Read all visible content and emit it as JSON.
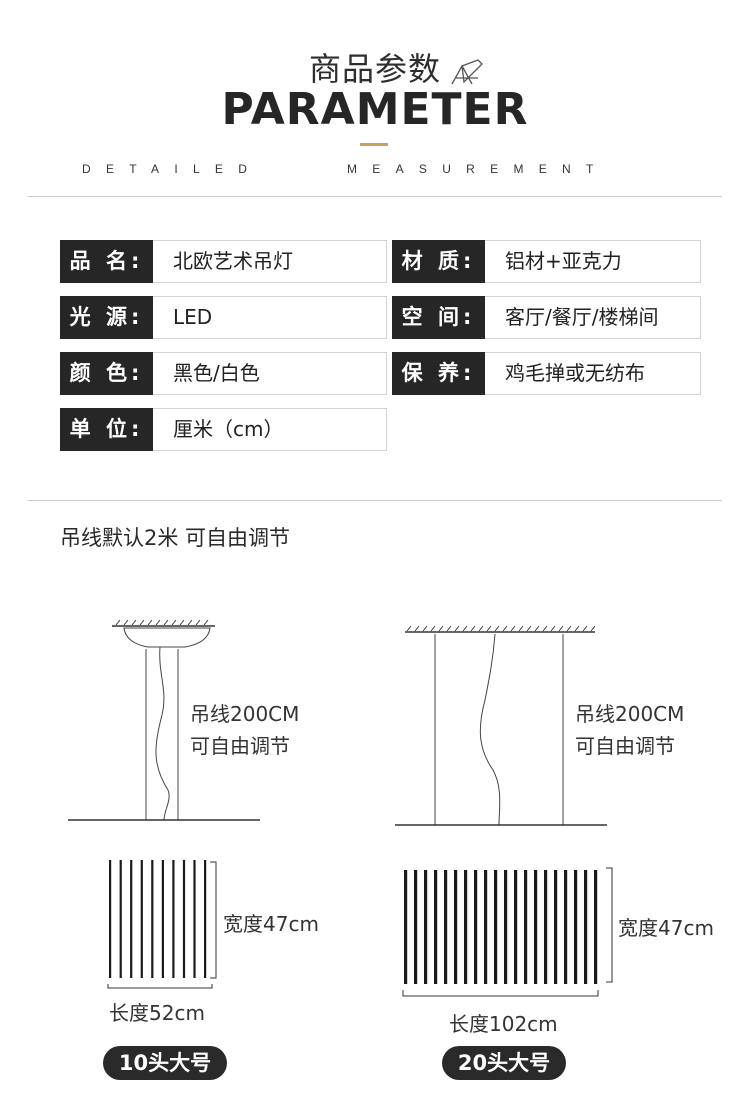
{
  "header": {
    "title_cn": "商品参数",
    "title_en": "PARAMETER",
    "subtitle_1": "DETAILED",
    "subtitle_2": "MEASUREMENT"
  },
  "params": [
    {
      "label": "品 名:",
      "value": "北欧艺术吊灯"
    },
    {
      "label": "材 质:",
      "value": "铝材+亚克力"
    },
    {
      "label": "光 源:",
      "value": "LED"
    },
    {
      "label": "空 间:",
      "value": "客厅/餐厅/楼梯间"
    },
    {
      "label": "颜 色:",
      "value": "黑色/白色"
    },
    {
      "label": "保 养:",
      "value": "鸡毛掸或无纺布"
    },
    {
      "label": "单 位:",
      "value": "厘米（cm）"
    }
  ],
  "note": "吊线默认2米 可自由调节",
  "models": [
    {
      "cable_line1": "吊线200CM",
      "cable_line2": "可自由调节",
      "width": "宽度47cm",
      "length": "长度52cm",
      "name": "10头大号",
      "bar_count": 10
    },
    {
      "cable_line1": "吊线200CM",
      "cable_line2": "可自由调节",
      "width": "宽度47cm",
      "length": "长度102cm",
      "name": "20头大号",
      "bar_count": 20
    }
  ]
}
